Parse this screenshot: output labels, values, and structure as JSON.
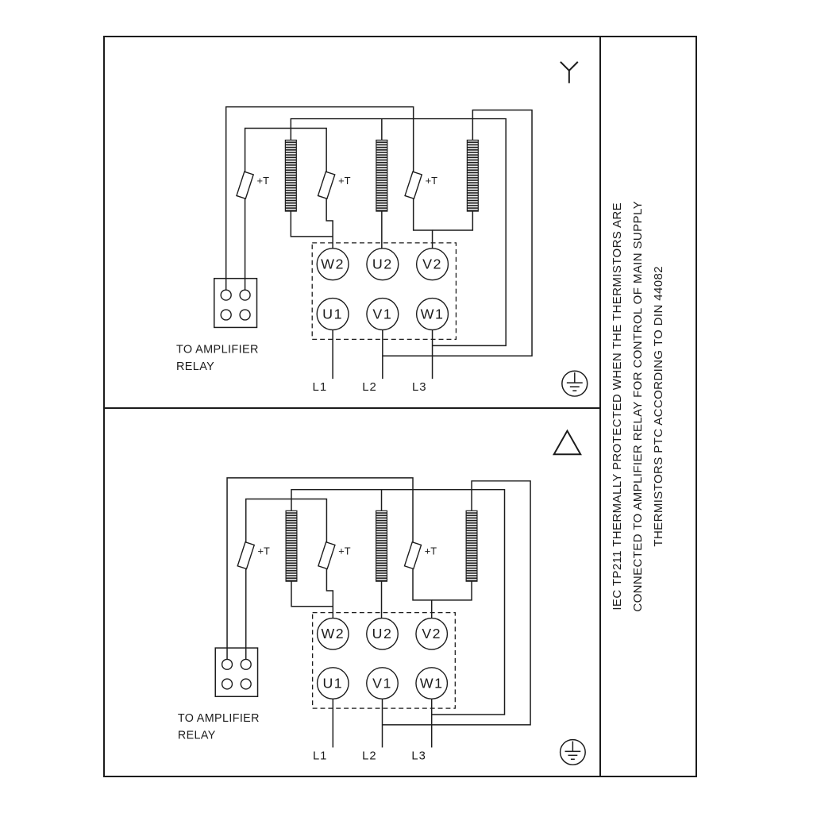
{
  "diagram": {
    "type": "motor terminal wiring diagram",
    "panels": [
      {
        "id": "star",
        "symbol_icon": "star-connection-icon"
      },
      {
        "id": "delta",
        "symbol_icon": "delta-connection-icon"
      }
    ],
    "terminals": {
      "top": [
        "W2",
        "U2",
        "V2"
      ],
      "bottom": [
        "U1",
        "V1",
        "W1"
      ]
    },
    "supply": [
      "L1",
      "L2",
      "L3"
    ],
    "thermistor_label": "+T",
    "relay_caption": [
      "TO AMPLIFIER",
      "RELAY"
    ],
    "earth_icon": "protective-earth-icon"
  },
  "side_note": {
    "line1": "IEC TP211 THERMALLY PROTECTED WHEN THE THERMISTORS ARE",
    "line2": "CONNECTED TO AMPLIFIER RELAY FOR CONTROL OF MAIN SUPPLY",
    "line3": "THERMISTORS PTC ACCORDING TO DIN 44082"
  },
  "colors": {
    "ink": "#1c1c1c",
    "paper": "#ffffff"
  }
}
